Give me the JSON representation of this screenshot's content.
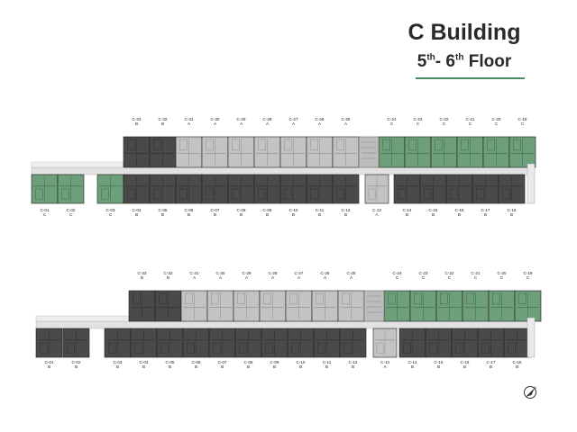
{
  "header": {
    "title": "C Building",
    "floor_prefix_a": "5",
    "floor_sup_a": "th",
    "floor_sep": "- 6",
    "floor_sup_b": "th",
    "floor_suffix": " Floor"
  },
  "colors": {
    "type_a": "#c3c3c3",
    "type_b": "#4a4a48",
    "type_c": "#6e9f7b",
    "corridor": "#e2e2e2",
    "core": "#bdbdbd",
    "accent_rule": "#4a8a5f"
  },
  "plans": [
    {
      "north_row": [
        {
          "code": "C-33",
          "type": "B"
        },
        {
          "code": "C-32",
          "type": "B"
        },
        {
          "code": "C-31",
          "type": "A"
        },
        {
          "code": "C-30",
          "type": "A"
        },
        {
          "code": "C-29",
          "type": "A"
        },
        {
          "code": "C-28",
          "type": "A"
        },
        {
          "code": "C-27",
          "type": "A"
        },
        {
          "code": "C-26",
          "type": "A"
        },
        {
          "code": "C-25",
          "type": "A"
        },
        {
          "code": "C-24",
          "type": "C"
        },
        {
          "code": "C-23",
          "type": "C"
        },
        {
          "code": "C-22",
          "type": "C"
        },
        {
          "code": "C-21",
          "type": "C"
        },
        {
          "code": "C-20",
          "type": "C"
        },
        {
          "code": "C-19",
          "type": "C"
        }
      ],
      "south_row": [
        {
          "code": "C-01",
          "type": "C"
        },
        {
          "code": "C-02",
          "type": "C"
        },
        {
          "code": "C-03",
          "type": "C"
        },
        {
          "code": "C-04",
          "type": "B"
        },
        {
          "code": "C-05",
          "type": "B"
        },
        {
          "code": "C-06",
          "type": "B"
        },
        {
          "code": "C-07",
          "type": "B"
        },
        {
          "code": "C-08",
          "type": "B"
        },
        {
          "code": "C-09",
          "type": "B"
        },
        {
          "code": "C-10",
          "type": "B"
        },
        {
          "code": "C-11",
          "type": "B"
        },
        {
          "code": "C-12",
          "type": "B"
        },
        {
          "code": "C-13",
          "type": "A"
        },
        {
          "code": "C-14",
          "type": "B"
        },
        {
          "code": "C-15",
          "type": "B"
        },
        {
          "code": "C-16",
          "type": "B"
        },
        {
          "code": "C-17",
          "type": "B"
        },
        {
          "code": "C-18",
          "type": "B"
        }
      ]
    },
    {
      "north_row": [
        {
          "code": "C-33",
          "type": "B"
        },
        {
          "code": "C-32",
          "type": "B"
        },
        {
          "code": "C-31",
          "type": "A"
        },
        {
          "code": "C-30",
          "type": "A"
        },
        {
          "code": "C-29",
          "type": "A"
        },
        {
          "code": "C-28",
          "type": "A"
        },
        {
          "code": "C-27",
          "type": "A"
        },
        {
          "code": "C-26",
          "type": "A"
        },
        {
          "code": "C-25",
          "type": "A"
        },
        {
          "code": "C-24",
          "type": "C"
        },
        {
          "code": "C-23",
          "type": "C"
        },
        {
          "code": "C-22",
          "type": "C"
        },
        {
          "code": "C-21",
          "type": "C"
        },
        {
          "code": "C-20",
          "type": "C"
        },
        {
          "code": "C-19",
          "type": "C"
        }
      ],
      "south_row": [
        {
          "code": "C-01",
          "type": "B"
        },
        {
          "code": "C-02",
          "type": "B"
        },
        {
          "code": "C-03",
          "type": "B"
        },
        {
          "code": "C-04",
          "type": "B"
        },
        {
          "code": "C-05",
          "type": "B"
        },
        {
          "code": "C-06",
          "type": "B"
        },
        {
          "code": "C-07",
          "type": "B"
        },
        {
          "code": "C-08",
          "type": "B"
        },
        {
          "code": "C-09",
          "type": "B"
        },
        {
          "code": "C-10",
          "type": "B"
        },
        {
          "code": "C-11",
          "type": "B"
        },
        {
          "code": "C-12",
          "type": "B"
        },
        {
          "code": "C-13",
          "type": "A"
        },
        {
          "code": "C-14",
          "type": "B"
        },
        {
          "code": "C-15",
          "type": "B"
        },
        {
          "code": "C-16",
          "type": "B"
        },
        {
          "code": "C-17",
          "type": "B"
        },
        {
          "code": "C-18",
          "type": "B"
        }
      ]
    }
  ]
}
